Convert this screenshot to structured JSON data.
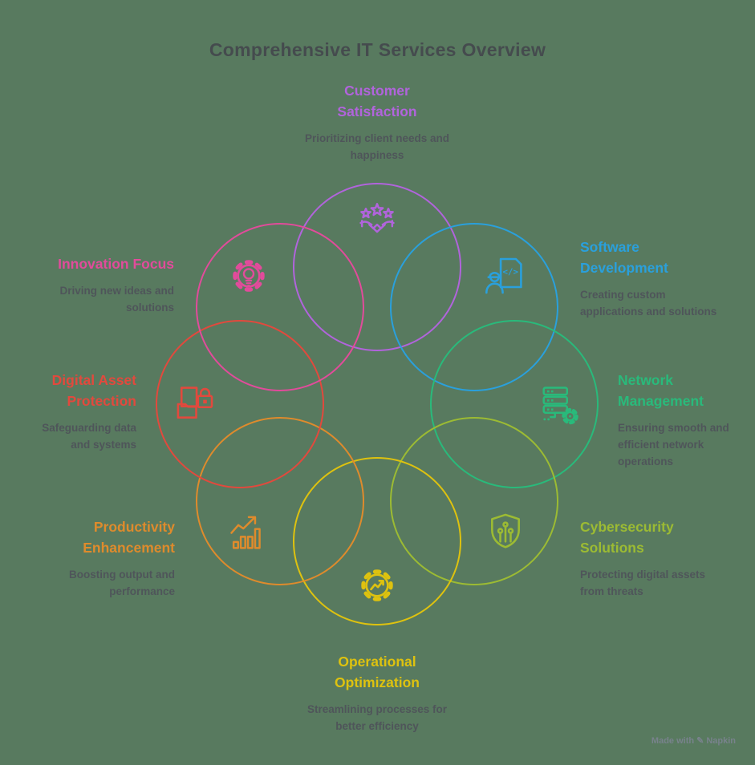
{
  "title": "Comprehensive IT Services Overview",
  "colors": {
    "background": "#587a5f",
    "heading": "#454b4e",
    "description": "#4f555a",
    "watermark": "#7e8494"
  },
  "categories": [
    {
      "id": "customer-satisfaction",
      "label": "Customer\nSatisfaction",
      "description": "Prioritizing client needs and\nhappiness",
      "color": "#b164dc",
      "icon": "stars-handshake-icon"
    },
    {
      "id": "software-development",
      "label": "Software\nDevelopment",
      "description": "Creating custom\napplications and solutions",
      "color": "#2aa0dc",
      "icon": "developer-code-doc-icon"
    },
    {
      "id": "network-management",
      "label": "Network\nManagement",
      "description": "Ensuring smooth and\nefficient network\noperations",
      "color": "#29ba7b",
      "icon": "server-gear-icon"
    },
    {
      "id": "cybersecurity-solutions",
      "label": "Cybersecurity\nSolutions",
      "description": "Protecting digital assets\nfrom threats",
      "color": "#9cbb33",
      "icon": "shield-circuit-icon"
    },
    {
      "id": "operational-optimization",
      "label": "Operational\nOptimization",
      "description": "Streamlining processes for\nbetter efficiency",
      "color": "#dec20f",
      "icon": "gear-trend-icon"
    },
    {
      "id": "productivity-enhancement",
      "label": "Productivity\nEnhancement",
      "description": "Boosting output and\nperformance",
      "color": "#df8b2c",
      "icon": "bar-chart-growth-icon"
    },
    {
      "id": "digital-asset-protection",
      "label": "Digital Asset\nProtection",
      "description": "Safeguarding data\nand systems",
      "color": "#e2493d",
      "icon": "folder-lock-icon"
    },
    {
      "id": "innovation-focus",
      "label": "Innovation Focus",
      "description": "Driving new ideas and\nsolutions",
      "color": "#e24b9b",
      "icon": "gear-lightbulb-icon"
    }
  ],
  "watermark": {
    "text": "Made with",
    "brand": "Napkin",
    "icon": "pen-icon"
  }
}
